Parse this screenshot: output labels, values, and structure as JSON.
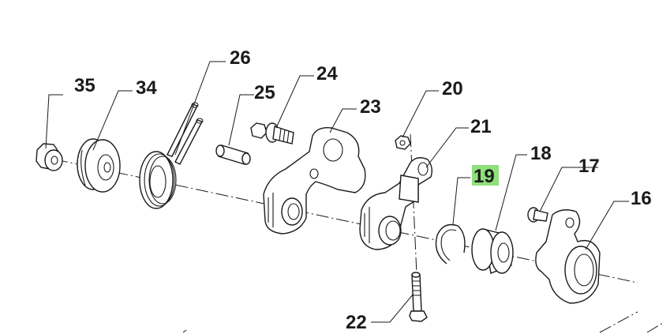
{
  "callouts": {
    "p35": "35",
    "p34": "34",
    "p26": "26",
    "p25": "25",
    "p24": "24",
    "p23": "23",
    "p20": "20",
    "p21": "21",
    "p19": "19",
    "p18": "18",
    "p17": "17",
    "p16": "16",
    "p22": "22"
  },
  "highlighted_part": "19",
  "colors": {
    "line": "#1a1a1a",
    "highlight": "#8ee07a",
    "background": "#ffffff"
  }
}
